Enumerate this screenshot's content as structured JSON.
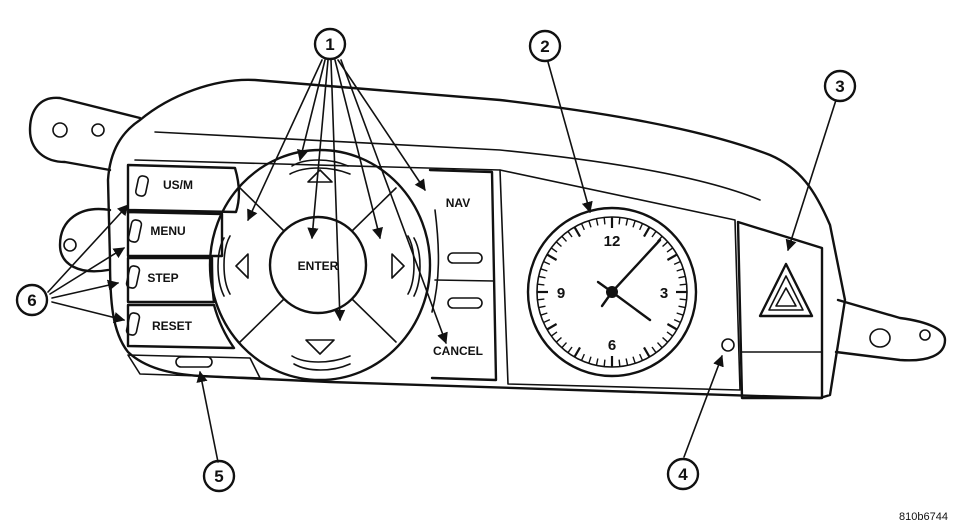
{
  "buttons": {
    "usm": "US/M",
    "menu": "MENU",
    "step": "STEP",
    "reset": "RESET",
    "nav": "NAV",
    "cancel": "CANCEL",
    "enter": "ENTER"
  },
  "clock": {
    "twelve": "12",
    "three": "3",
    "six": "6",
    "nine": "9"
  },
  "callouts": {
    "c1": "1",
    "c2": "2",
    "c3": "3",
    "c4": "4",
    "c5": "5",
    "c6": "6"
  },
  "figure_code": "810b6744"
}
